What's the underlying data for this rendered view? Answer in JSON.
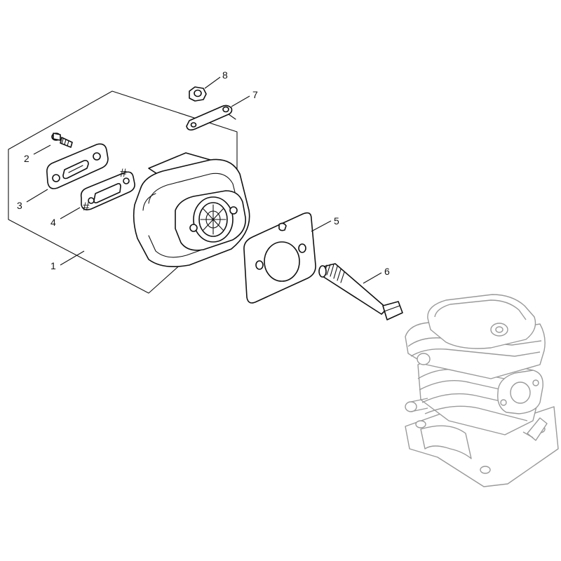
{
  "callouts": [
    {
      "id": "1",
      "label": "1"
    },
    {
      "id": "2",
      "label": "2"
    },
    {
      "id": "3",
      "label": "3"
    },
    {
      "id": "4",
      "label": "4"
    },
    {
      "id": "5",
      "label": "5"
    },
    {
      "id": "6",
      "label": "6"
    },
    {
      "id": "7",
      "label": "7"
    },
    {
      "id": "8",
      "label": "8"
    }
  ],
  "marks": {
    "hash": "#"
  }
}
